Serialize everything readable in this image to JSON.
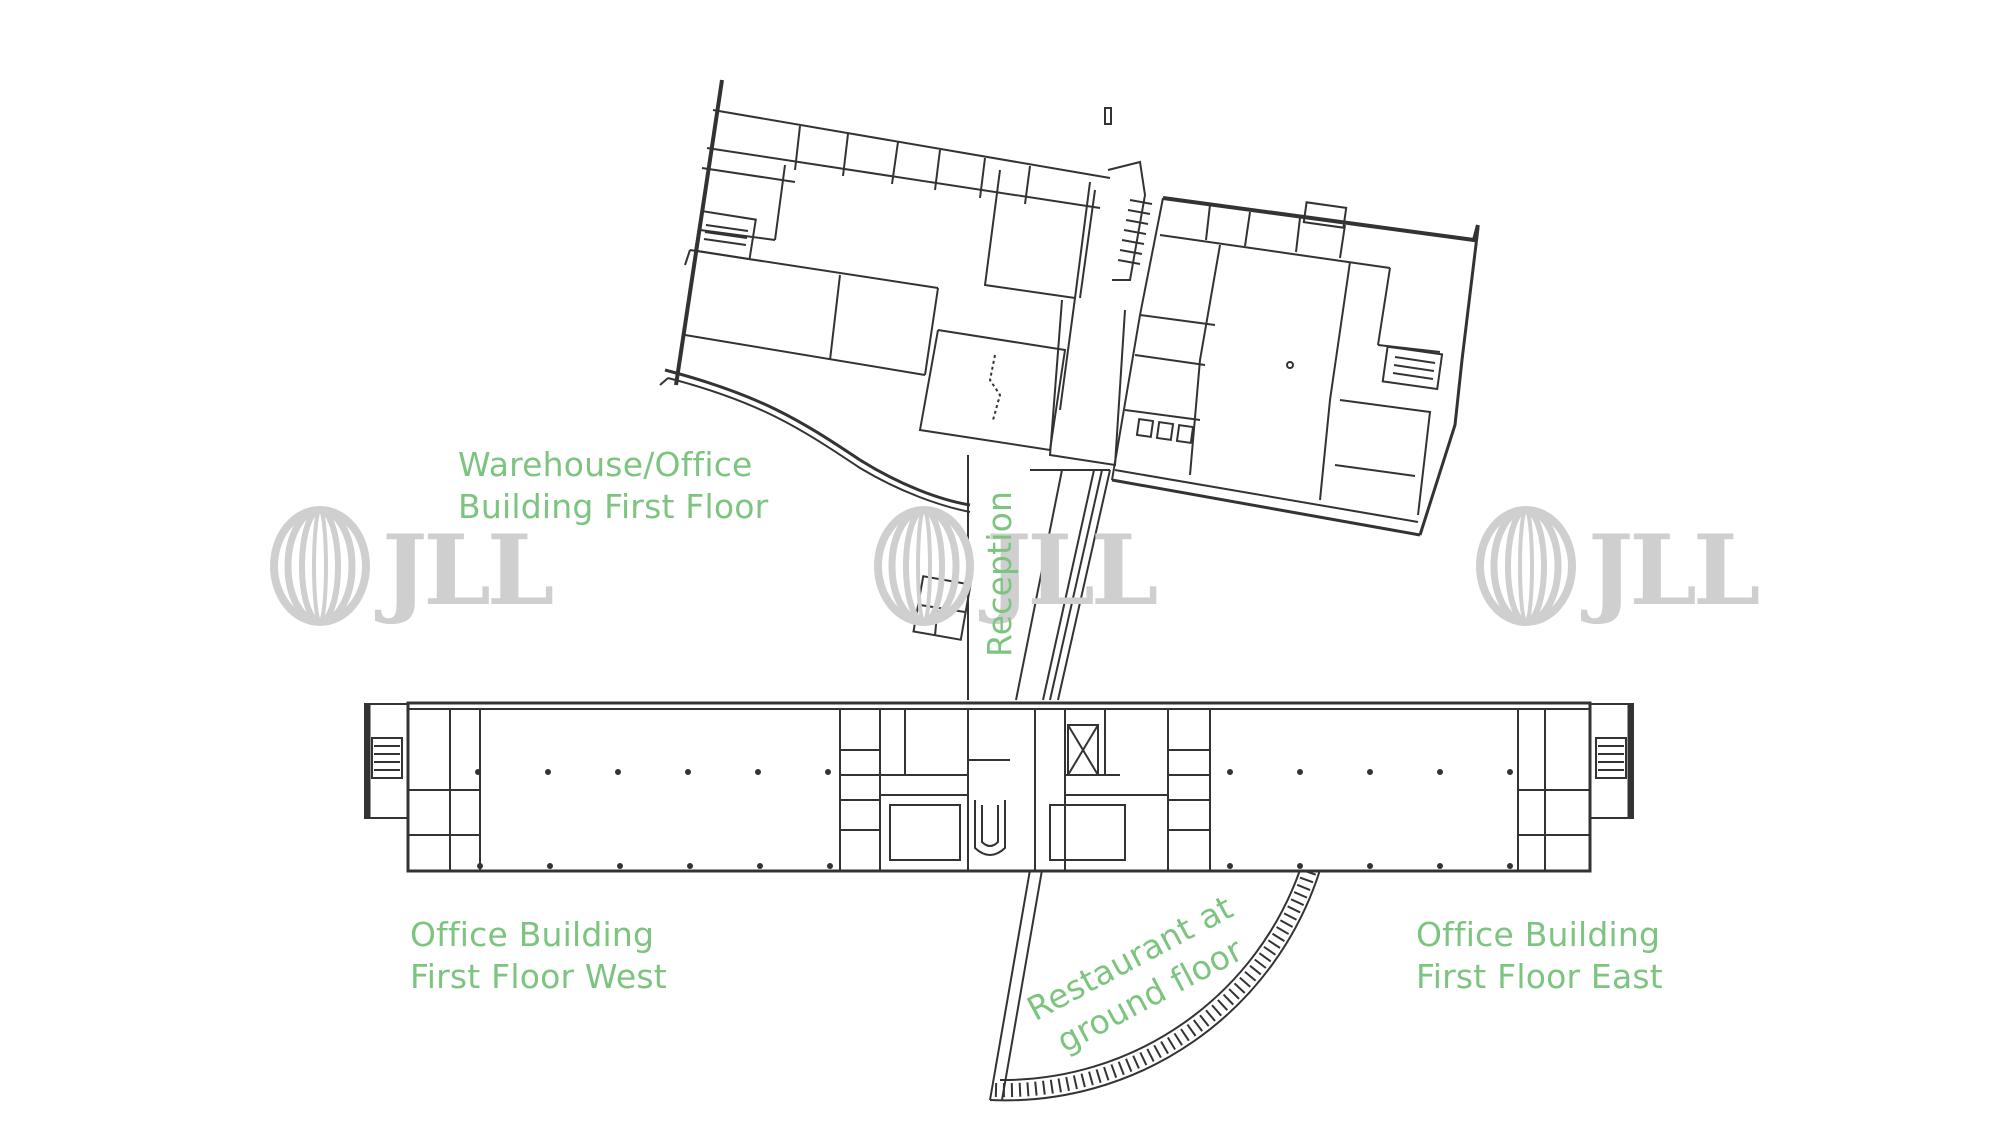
{
  "watermark": {
    "brand": "JLL",
    "color": "#c8c8c8",
    "count": 3
  },
  "labels": {
    "warehouse": {
      "line1": "Warehouse/Office",
      "line2": "Building First Floor"
    },
    "reception": {
      "text": "Reception"
    },
    "office_west": {
      "line1": "Office Building",
      "line2": "First Floor West"
    },
    "office_east": {
      "line1": "Office Building",
      "line2": "First Floor East"
    },
    "restaurant": {
      "line1": "Restaurant at",
      "line2": "ground floor"
    }
  },
  "colors": {
    "label": "#7cc47f",
    "linework": "#333333",
    "background": "#ffffff"
  }
}
